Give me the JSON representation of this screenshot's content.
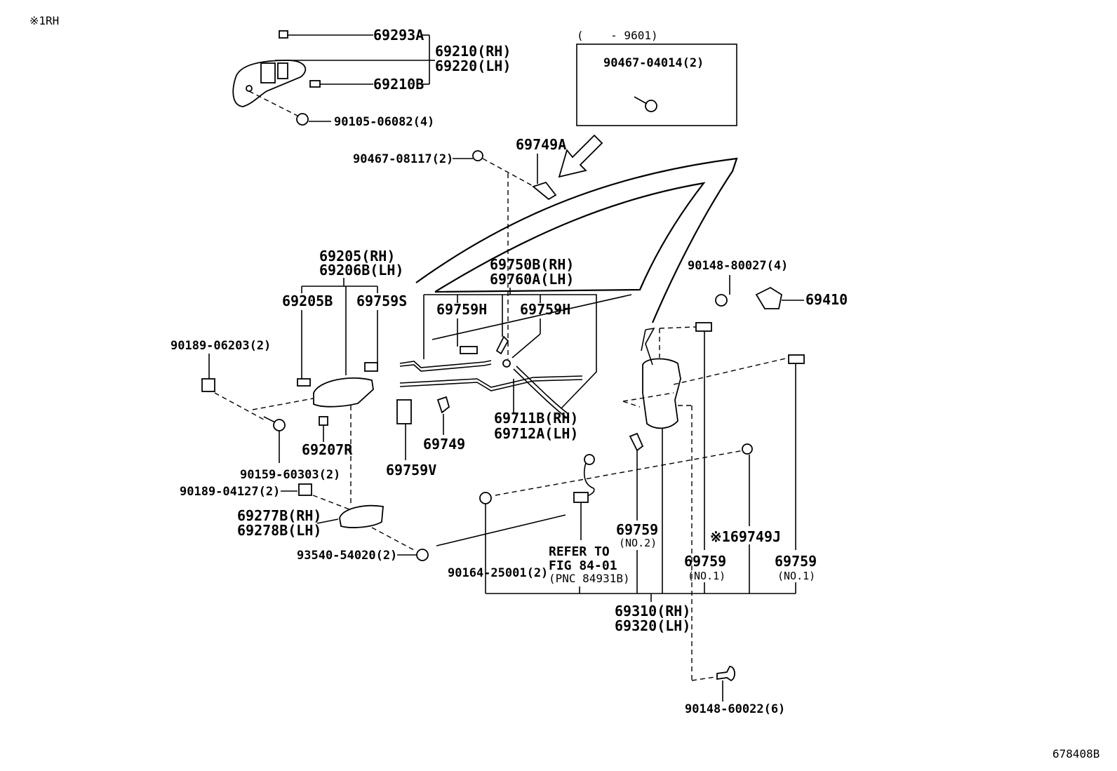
{
  "corner_note": "※1RH",
  "figure_code": "678408B",
  "parts": {
    "p69293A": "69293A",
    "p69210_rh": "69210(RH)",
    "p69220_lh": "69220(LH)",
    "p69210B": "69210B",
    "p90105": "90105-06082(4)",
    "inset_range": "(    - 9601)",
    "p90467_04014": "90467-04014(2)",
    "p90467_08117": "90467-08117(2)",
    "p69749A": "69749A",
    "p69205_rh": "69205(RH)",
    "p69206B_lh": "69206B(LH)",
    "p69750B_rh": "69750B(RH)",
    "p69760A_lh": "69760A(LH)",
    "p90148_80027": "90148-80027(4)",
    "p69410": "69410",
    "p69205B": "69205B",
    "p69759S": "69759S",
    "p69759H_a": "69759H",
    "p69759H_b": "69759H",
    "p90189_06203": "90189-06203(2)",
    "p69711B_rh": "69711B(RH)",
    "p69712A_lh": "69712A(LH)",
    "p69207R": "69207R",
    "p69749": "69749",
    "p69759V": "69759V",
    "p90159": "90159-60303(2)",
    "p90189_04127": "90189-04127(2)",
    "p69277B_rh": "69277B(RH)",
    "p69278B_lh": "69278B(LH)",
    "p93540": "93540-54020(2)",
    "p69759_no2": "69759",
    "no2": "(NO.2)",
    "p69749J": "※169749J",
    "refer_1": "REFER TO",
    "refer_2": "FIG 84-01",
    "refer_3": "(PNC 84931B)",
    "p90164": "90164-25001(2)",
    "p69759_no1_a": "69759",
    "no1_a": "(NO.1)",
    "p69759_no1_b": "69759",
    "no1_b": "(NO.1)",
    "p69310_rh": "69310(RH)",
    "p69320_lh": "69320(LH)",
    "p90148_60022": "90148-60022(6)"
  }
}
